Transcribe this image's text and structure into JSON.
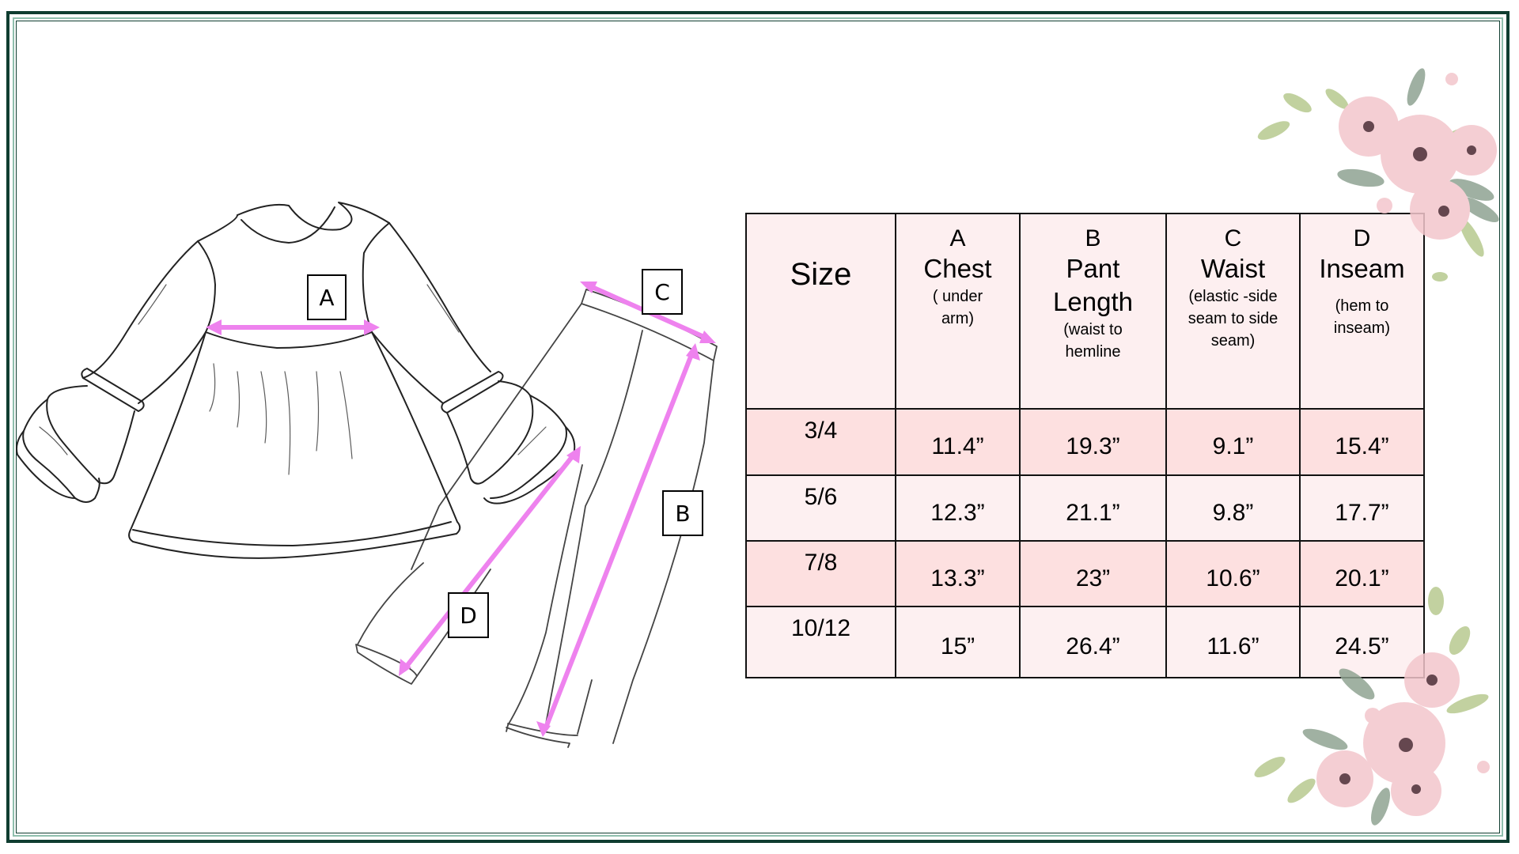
{
  "callouts": {
    "a": "A",
    "b": "B",
    "c": "C",
    "d": "D"
  },
  "table": {
    "size_header": "Size",
    "columns": [
      {
        "letter": "A",
        "name": "Chest",
        "sub": "( under arm)"
      },
      {
        "letter": "B",
        "name": "Pant Length",
        "sub": "(waist to hemline"
      },
      {
        "letter": "C",
        "name": "Waist",
        "sub": "(elastic -side seam to side seam)"
      },
      {
        "letter": "D",
        "name": "Inseam",
        "sub": "(hem to inseam)"
      }
    ],
    "rows": [
      {
        "size": "3/4",
        "values": [
          "11.4”",
          "19.3”",
          "9.1”",
          "15.4”"
        ]
      },
      {
        "size": "5/6",
        "values": [
          "12.3”",
          "21.1”",
          "9.8”",
          "17.7”"
        ]
      },
      {
        "size": "7/8",
        "values": [
          "13.3”",
          "23”",
          "10.6”",
          "20.1”"
        ]
      },
      {
        "size": "10/12",
        "values": [
          "15”",
          "26.4”",
          "11.6”",
          "24.5”"
        ]
      }
    ]
  },
  "colors": {
    "frame": "#0f3d30",
    "arrow": "#ee82ee",
    "row_dark": "#fde0e0",
    "row_light": "#fdf0f1"
  }
}
